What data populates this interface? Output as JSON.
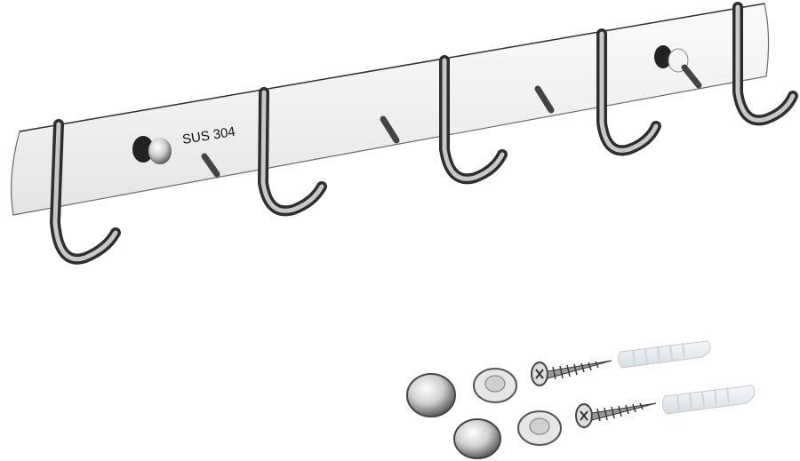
{
  "image": {
    "subject": "stainless steel wall hook rail with 5 J-hooks and mounting hardware",
    "background_color": "#ffffff"
  },
  "rail": {
    "engraving": "SUS 304",
    "hook_count": 5,
    "fixed_screw_caps": 2,
    "colors": {
      "steel_light": "#f2f2f2",
      "steel_mid": "#bdbdbd",
      "steel_dark": "#3a3a3a",
      "edge": "#555555"
    }
  },
  "hardware": {
    "cover_caps": 2,
    "cap_bases": 2,
    "screws": 2,
    "wall_plugs": 2,
    "plug_color": "#e8ecef"
  }
}
